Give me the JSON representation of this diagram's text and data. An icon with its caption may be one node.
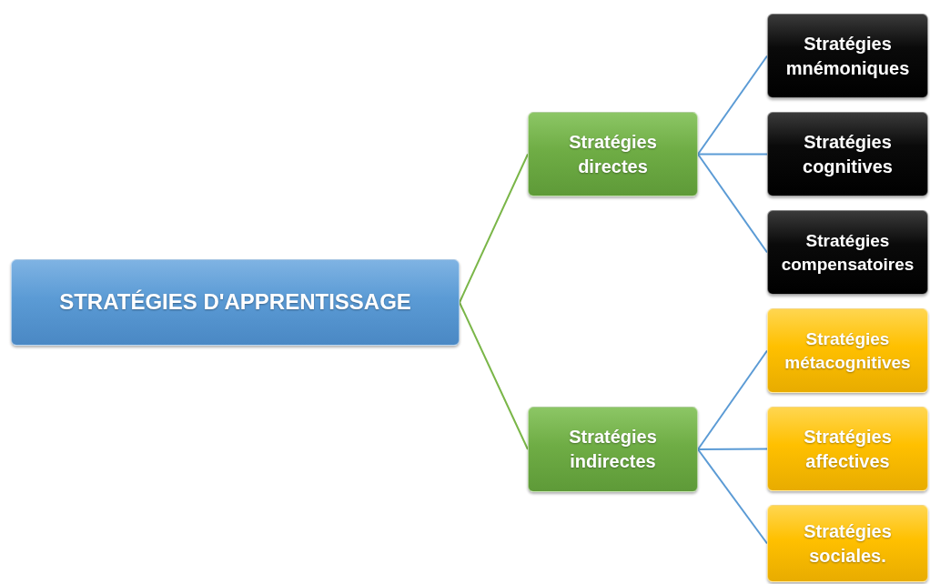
{
  "diagram": {
    "nodes": [
      {
        "text": [
          "STRATÉGIES D'APPRENTISSAGE"
        ]
      },
      {
        "text": [
          "Stratégies directes"
        ]
      },
      {
        "text": [
          "Stratégies mnémoniques"
        ]
      },
      {
        "text": [
          "Stratégies cognitives"
        ]
      },
      {
        "text": [
          "Stratégies compensatoires"
        ]
      },
      {
        "text": [
          "Stratégies indirectes"
        ]
      },
      {
        "text": [
          "Stratégies métacognitives"
        ]
      },
      {
        "text": [
          "Stratégies affectives"
        ]
      },
      {
        "text": [
          "Stratégies sociales."
        ]
      }
    ],
    "edges": [
      {
        "from": 0,
        "to": 1,
        "arrow": "none",
        "color": "#7ab648"
      },
      {
        "from": 0,
        "to": 5,
        "arrow": "none",
        "color": "#7ab648"
      },
      {
        "from": 1,
        "to": 2,
        "arrow": "none"
      },
      {
        "from": 1,
        "to": 3,
        "arrow": "none"
      },
      {
        "from": 1,
        "to": 4,
        "arrow": "none"
      },
      {
        "from": 5,
        "to": 6,
        "arrow": "none"
      },
      {
        "from": 5,
        "to": 7,
        "arrow": "none"
      },
      {
        "from": 5,
        "to": 8,
        "arrow": "none"
      }
    ]
  }
}
